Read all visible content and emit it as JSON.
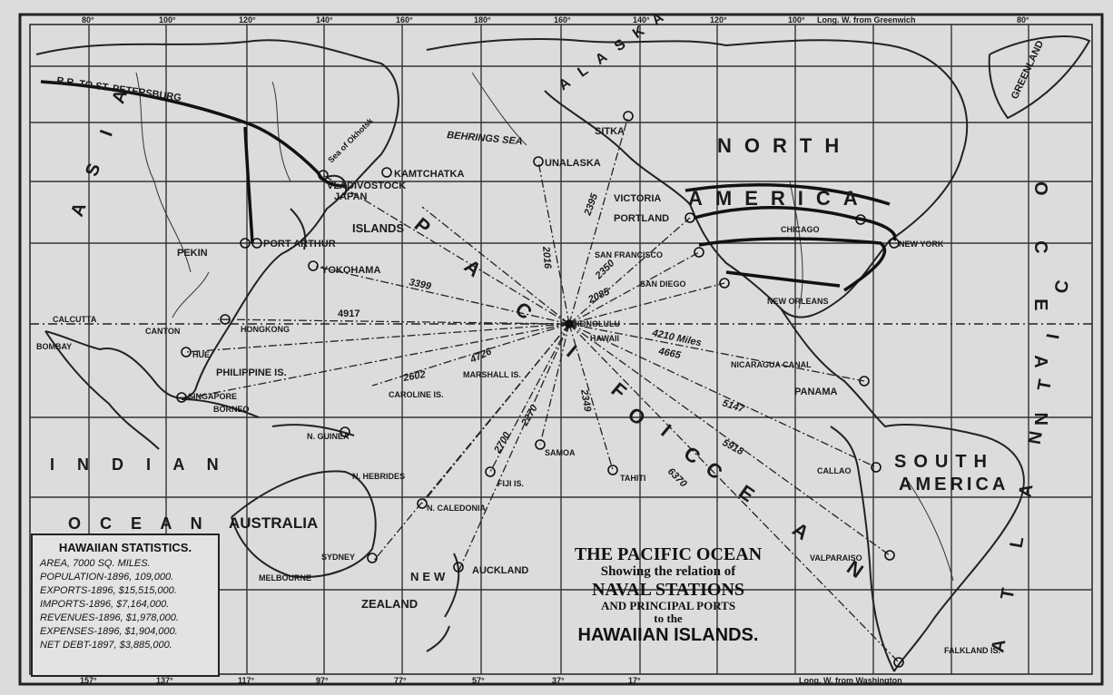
{
  "map": {
    "title": {
      "line1": "THE PACIFIC OCEAN",
      "line2": "Showing the relation of",
      "line3": "NAVAL STATIONS",
      "line4": "AND PRINCIPAL PORTS",
      "line5": "to the",
      "line6": "HAWAIIAN ISLANDS."
    },
    "top_scale": {
      "ticks": [
        "80°",
        "100°",
        "120°",
        "140°",
        "160°",
        "180°",
        "160°",
        "140°",
        "120°",
        "100°",
        "80°"
      ],
      "label": "Long. W. from Greenwich"
    },
    "bottom_scale": {
      "ticks": [
        "157°",
        "137°",
        "117°",
        "97°",
        "77°",
        "57°",
        "37°",
        "17°"
      ],
      "label": "Long. W. from Washington"
    },
    "regions": {
      "north": "NORTH",
      "america": "AMERICA",
      "south": "SOUTH",
      "s_america": "AMERICA",
      "asia": "A S I A",
      "indian": "I N D I A N",
      "ocean_indian": "O C E A N",
      "australia": "AUSTRALIA",
      "pacific1": "P A C I F I C",
      "pacific2": "O C E A N",
      "atlantic": "A T L A N T I C",
      "atlantic_ocean": "O C E A N",
      "alaska": "ALASKA",
      "greenland": "GREENLAND",
      "new": "NEW",
      "zealand": "ZEALAND"
    },
    "places": {
      "petersburg": "R.R. TO ST. PETERSBURG",
      "okhotsk": "Sea of Okhotsk",
      "behring": "BEHRINGS SEA",
      "sitka": "SITKA",
      "unalaska": "UNALASKA",
      "kamtchatka": "KAMTCHATKA",
      "vladivostock": "VLADIVOSTOCK",
      "japan": "JAPAN",
      "islands": "ISLANDS",
      "pekin": "PEKIN",
      "port_arthur": "PORT ARTHUR",
      "yokohama": "YOKOHAMA",
      "victoria": "VICTORIA",
      "portland": "PORTLAND",
      "chicago": "CHICAGO",
      "new_york": "NEW YORK",
      "san_francisco": "SAN FRANCISCO",
      "san_diego": "SAN DIEGO",
      "new_orleans": "NEW ORLEANS",
      "honolulu": "HONOLULU",
      "hawaii": "HAWAII",
      "nicaragua": "NICARAGUA CANAL",
      "panama": "PANAMA",
      "calcutta": "CALCUTTA",
      "bombay": "BOMBAY",
      "canton": "CANTON",
      "hongkong": "HONGKONG",
      "hue": "HUE",
      "philippine": "PHILIPPINE IS.",
      "singapore": "SINGAPORE",
      "borneo": "BORNEO",
      "caroline": "CAROLINE IS.",
      "marshall": "MARSHALL IS.",
      "n_guinea": "N. GUINEA",
      "n_hebrides": "N. HEBRIDES",
      "fiji": "FIJI IS.",
      "samoa": "SAMOA",
      "tahiti": "TAHITI",
      "n_caledonia": "N. CALEDONIA",
      "sydney": "SYDNEY",
      "melbourne": "MELBOURNE",
      "auckland": "AUCKLAND",
      "callao": "CALLAO",
      "valparaiso": "VALPARAISO",
      "falkland": "FALKLAND IS."
    },
    "distances": {
      "d3399": "3399",
      "d4917": "4917",
      "d2016": "2016",
      "d2395": "2395",
      "d2350": "2350",
      "d2085": "2085",
      "d4210": "4210 Miles",
      "d4665": "4665",
      "d5147": "5147",
      "d5918": "5918",
      "d6370": "6370",
      "d2349": "2349",
      "d2602": "2602",
      "d4726": "4726",
      "d2270": "2270",
      "d2700": "2700"
    }
  },
  "stats": {
    "heading": "HAWAIIAN STATISTICS.",
    "rows": [
      "AREA, 7000 SQ. MILES.",
      "POPULATION-1896, 109,000.",
      "EXPORTS-1896, $15,515,000.",
      "IMPORTS-1896, $7,164,000.",
      "REVENUES-1896, $1,978,000.",
      "EXPENSES-1896, $1,904,000.",
      "NET DEBT-1897, $3,885,000."
    ]
  }
}
